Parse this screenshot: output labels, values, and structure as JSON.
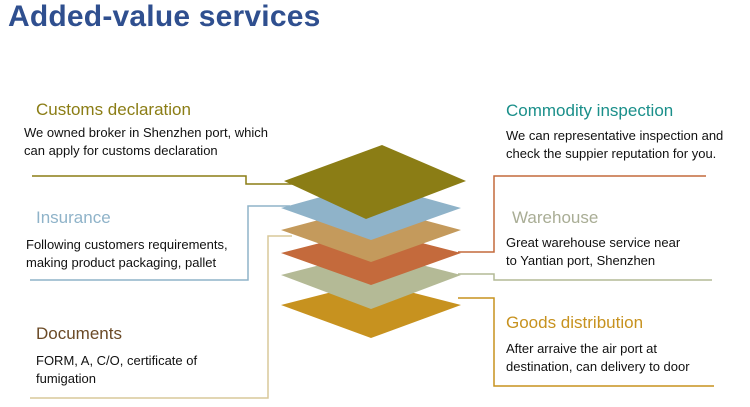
{
  "title": "Added-value services",
  "colors": {
    "customs": "#8b7d15",
    "insurance": "#8fb3c9",
    "tan": "#c49a5c",
    "commodity": "#c46a3c",
    "commodity_text": "#1a8f8a",
    "warehouse": "#b4ba96",
    "warehouse_text": "#a9ad95",
    "distribution": "#c7921f",
    "documents_text": "#6b4a26",
    "title": "#2f4f8f"
  },
  "services": {
    "customs": {
      "heading": "Customs declaration",
      "lines": [
        "We owned broker in Shenzhen port, which",
        "can apply for customs declaration"
      ]
    },
    "insurance": {
      "heading": "Insurance",
      "lines": [
        "Following customers requirements,",
        "making product packaging, pallet"
      ]
    },
    "documents": {
      "heading": "Documents",
      "lines": [
        "FORM, A, C/O, certificate of",
        "fumigation"
      ]
    },
    "commodity": {
      "heading": "Commodity inspection",
      "lines": [
        "We can representative inspection and",
        "check the suppier reputation for you."
      ]
    },
    "warehouse": {
      "heading": "Warehouse",
      "lines": [
        "Great warehouse service near",
        "to Yantian port, Shenzhen"
      ]
    },
    "distribution": {
      "heading": "Goods distribution",
      "lines": [
        "After arraive the air port at",
        "destination, can delivery to door"
      ]
    }
  }
}
